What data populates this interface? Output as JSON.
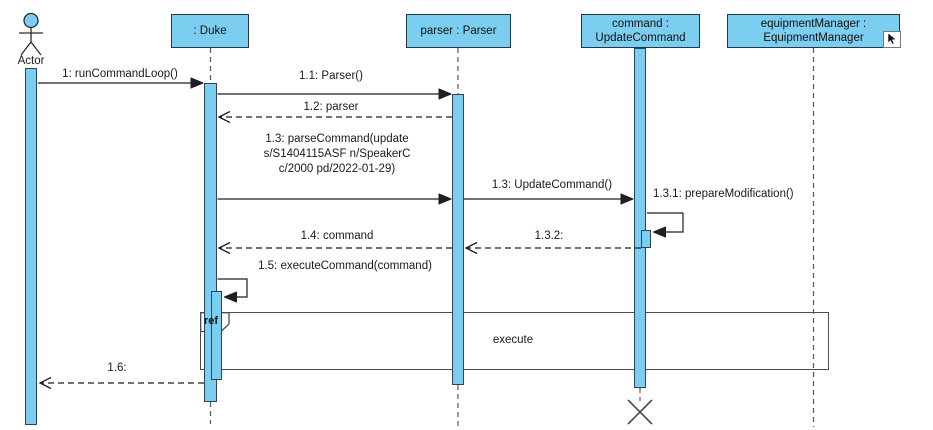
{
  "diagram_type": "uml-sequence-diagram",
  "actor": {
    "label": "Actor"
  },
  "lifelines": [
    {
      "id": "duke",
      "line1": ": Duke"
    },
    {
      "id": "parser",
      "line1": "parser : Parser"
    },
    {
      "id": "command",
      "line1": "command :",
      "line2": "UpdateCommand"
    },
    {
      "id": "equipmentManager",
      "line1": "equipmentManager :",
      "line2": "EquipmentManager"
    }
  ],
  "messages": {
    "m1": {
      "label": "1: runCommandLoop()",
      "type": "sync"
    },
    "m1_1": {
      "label": "1.1: Parser()",
      "type": "sync"
    },
    "m1_2": {
      "label": "1.2: parser",
      "type": "return"
    },
    "m1_3_parse": {
      "lines": [
        "1.3: parseCommand(update",
        "s/S1404115ASF n/SpeakerC",
        "c/2000 pd/2022-01-29)"
      ],
      "type": "sync"
    },
    "m1_3_update": {
      "label": "1.3: UpdateCommand()",
      "type": "sync"
    },
    "m1_3_1": {
      "label": "1.3.1: prepareModification()",
      "type": "self"
    },
    "m1_3_2": {
      "label": "1.3.2:",
      "type": "return"
    },
    "m1_4": {
      "label": "1.4: command",
      "type": "return"
    },
    "m1_5": {
      "label": "1.5: executeCommand(command)",
      "type": "self"
    },
    "m1_6": {
      "label": "1.6:",
      "type": "return"
    }
  },
  "ref_frame": {
    "keyword": "ref",
    "operand": "execute"
  },
  "icons": {
    "cursor": "mouse-cursor-icon"
  },
  "colors": {
    "node_fill": "#7CCEF0",
    "node_border": "#203848",
    "message_line": "#1f1f1f",
    "lifeline": "#555555",
    "frame_border": "#4d4d4d"
  }
}
